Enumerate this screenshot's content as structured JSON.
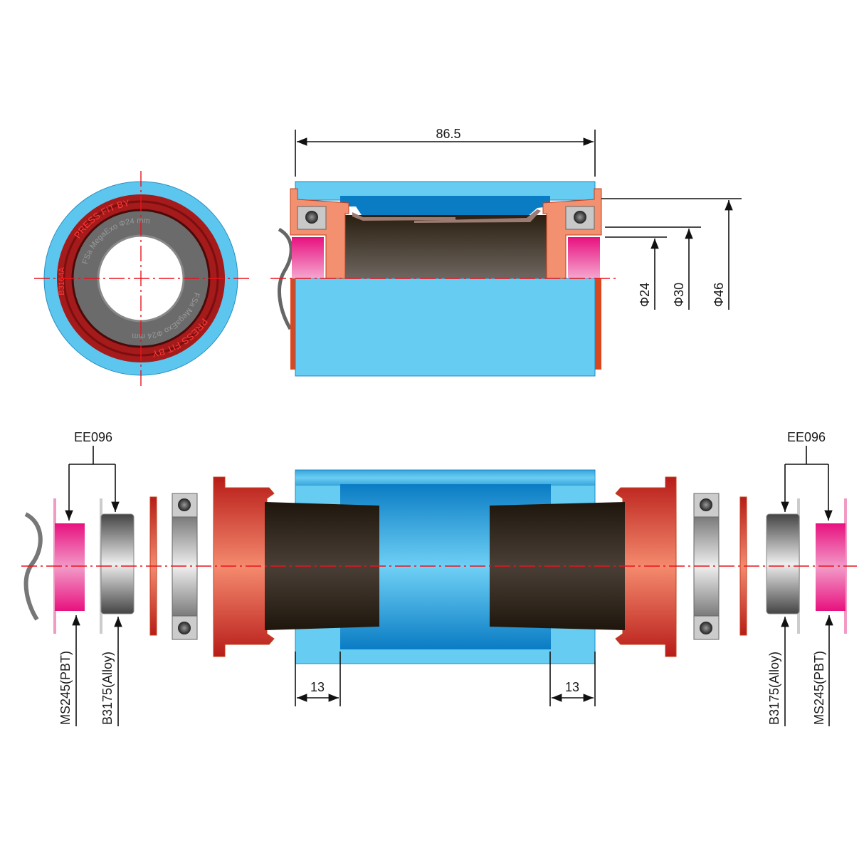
{
  "colors": {
    "shell_light": "#66ccf2",
    "shell_dark": "#0a7cc4",
    "cup_orange": "#f08a66",
    "cup_red": "#d92a22",
    "tube_dark": "#3a2e22",
    "spacer_pink": "#ec4ea6",
    "alloy_gray": "#8c8c8c",
    "centerline": "#e8131b"
  },
  "end_view": {
    "ring_text_top": "PRESS FIT BY",
    "ring_text_bottom": "PRESS FIT BY",
    "part_code": "B3164A",
    "bearing_text": "MegaExo",
    "bearing_size": "Φ24 mm",
    "brand": "FSa"
  },
  "section_view": {
    "length_label": "86.5",
    "diameters": [
      "Φ24",
      "Φ30",
      "Φ46"
    ]
  },
  "exploded_view": {
    "left_group_label": "EE096",
    "right_group_label": "EE096",
    "left_parts": [
      "MS245(PBT)",
      "B3175(Alloy)"
    ],
    "right_parts": [
      "B3175(Alloy)",
      "MS245(PBT)"
    ],
    "left_offset_label": "13",
    "right_offset_label": "13"
  }
}
